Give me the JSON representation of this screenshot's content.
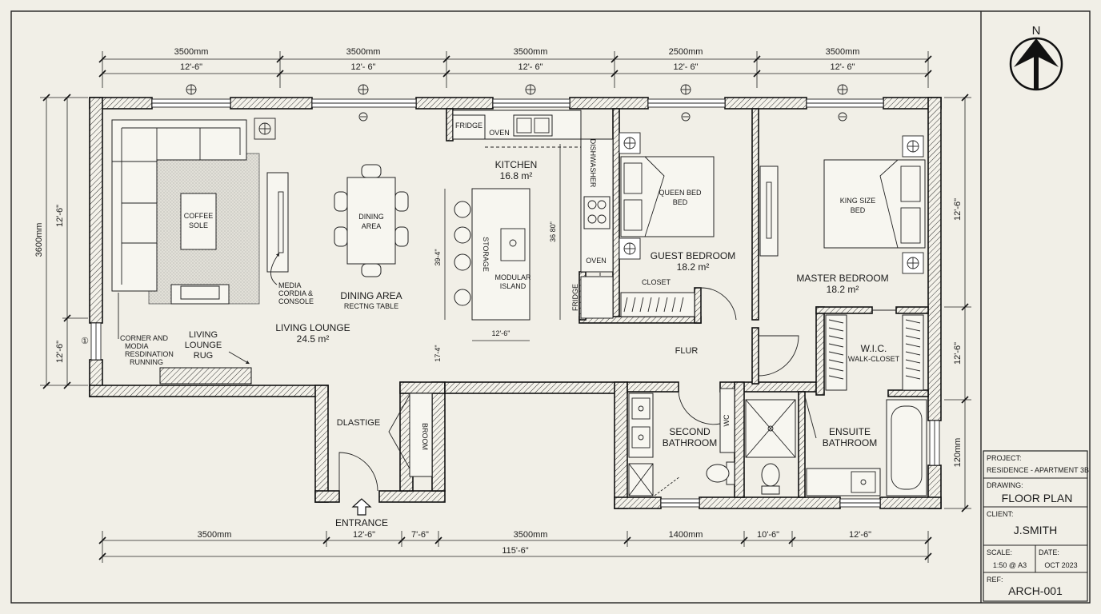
{
  "north": "N",
  "top_dims": {
    "mm": [
      "3500mm",
      "3500mm",
      "3500mm",
      "2500mm",
      "3500mm"
    ],
    "ft": [
      "12'-6\"",
      "12'- 6\"",
      "12'- 6\"",
      "12'- 6\"",
      "12'- 6\""
    ]
  },
  "bottom_dims": {
    "row1": [
      "3500mm",
      "12'-6\"",
      "7'-6\"",
      "3500mm",
      "1400mm",
      "10'-6\"",
      "12'-6\""
    ],
    "total": "115'-6\""
  },
  "left_dims": {
    "mm": "3600mm",
    "ft1": "12'-6\"",
    "ft2": "12'-6\""
  },
  "right_dims": {
    "ft1": "12'-6\"",
    "ft2": "12'-6\"",
    "mm": "120mm"
  },
  "rooms": {
    "kitchen": "KITCHEN",
    "kitchen_area": "16.8 m²",
    "fridge_top": "FRIDGE",
    "oven_top": "OVEN",
    "dishwasher": "DISHWASHER",
    "oven_side": "OVEN",
    "fridge_side": "FRIDGE",
    "island_storage": "STORAGE",
    "island_label": "MODULAR\nISLAND",
    "island_dim": "12'-6\"",
    "island_v1": "39-4\"",
    "island_v2": "36 80\"",
    "island_v3": "17-4\"",
    "dining_table": "DINING\nAREA",
    "dining_area": "DINING AREA",
    "dining_sub": "RECTNG TABLE",
    "coffee": "COFFEE\nSOLE",
    "media": "MEDIA\nCORDIA &\nCONSOLE",
    "corner": "CORNER AND\nMODIA\nRESDINATION\nRUNNING",
    "living_rug": "LIVING\nLOUNGE\nRUG",
    "living": "LIVING LOUNGE",
    "living_area": "24.5 m²",
    "queen_bed": "QUEEN BED\nBED",
    "guest_bedroom": "GUEST BEDROOM",
    "guest_area": "18.2 m²",
    "closet": "CLOSET",
    "king_bed": "KING SIZE\nBED",
    "master_bedroom": "MASTER BEDROOM",
    "master_area": "18.2 m²",
    "wic": "W.I.C.",
    "wic_sub": "WALK-CLOSET",
    "flur": "FLUR",
    "second_bath": "SECOND\nBATHROOM",
    "wc": "WC",
    "ensuite": "ENSUITE\nBATHROOM",
    "entry_storage": "DLASTIGE",
    "entry_closet": "BROOM",
    "entrance": "ENTRANCE",
    "marker": "①"
  },
  "title_block": {
    "project_label": "PROJECT:",
    "project": "RESIDENCE - APARTMENT 3B",
    "drawing_label": "DRAWING:",
    "drawing": "FLOOR PLAN",
    "client_label": "CLIENT:",
    "client": "J.SMITH",
    "scale_label": "SCALE:",
    "scale": "1:50 @ A3",
    "date_label": "DATE:",
    "date": "OCT 2023",
    "ref_label": "REF:",
    "ref": "ARCH-001"
  }
}
